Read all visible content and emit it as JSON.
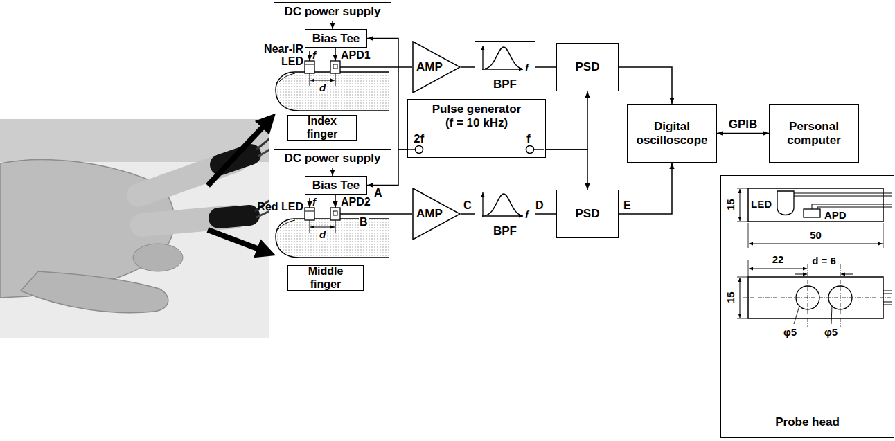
{
  "diagram": {
    "nodes": [
      {
        "text": [
          "DC power supply"
        ]
      },
      {
        "text": [
          "Bias Tee"
        ]
      },
      {
        "text": [
          "Index finger"
        ]
      },
      {
        "text": [
          "AMP"
        ]
      },
      {
        "text": [
          "f",
          "BPF"
        ]
      },
      {
        "text": [
          "PSD"
        ]
      },
      {
        "text": [
          "Pulse generator (f = 10 kHz)",
          "2f",
          "f"
        ]
      },
      {
        "text": [
          "Digital oscilloscope"
        ]
      },
      {
        "text": [
          "Personal computer"
        ]
      },
      {
        "text": [
          "DC power supply"
        ]
      },
      {
        "text": [
          "Bias Tee"
        ]
      },
      {
        "text": [
          "Middle finger"
        ]
      },
      {
        "text": [
          "AMP"
        ]
      },
      {
        "text": [
          "f",
          "BPF"
        ]
      },
      {
        "text": [
          "PSD"
        ]
      },
      {
        "text": [
          "Probe head"
        ]
      }
    ],
    "edges": [
      {
        "from": 0,
        "to": 1,
        "arrow": "to"
      },
      {
        "from": 9,
        "to": 10,
        "arrow": "to"
      },
      {
        "from": 6,
        "to": 1,
        "arrow": "to"
      },
      {
        "from": 6,
        "to": 10,
        "arrow": "to"
      },
      {
        "from": 3,
        "to": 4,
        "arrow": "none"
      },
      {
        "from": 4,
        "to": 5,
        "arrow": "none"
      },
      {
        "from": 12,
        "to": 13,
        "arrow": "none"
      },
      {
        "from": 13,
        "to": 14,
        "arrow": "none"
      },
      {
        "from": 6,
        "to": 5,
        "arrow": "to"
      },
      {
        "from": 6,
        "to": 14,
        "arrow": "to"
      },
      {
        "from": 5,
        "to": 7,
        "arrow": "to"
      },
      {
        "from": 14,
        "to": 7,
        "arrow": "to"
      },
      {
        "from": 7,
        "to": 8,
        "label": "GPIB",
        "arrow": "both"
      }
    ],
    "labels": [
      "Near-IR LED",
      "f",
      "APD1",
      "d",
      "Red LED",
      "f",
      "APD2",
      "d",
      "B",
      "A",
      "C",
      "D",
      "E",
      "15",
      "LED",
      "APD",
      "50",
      "22",
      "d = 6",
      "φ5",
      "φ5",
      "15"
    ]
  }
}
